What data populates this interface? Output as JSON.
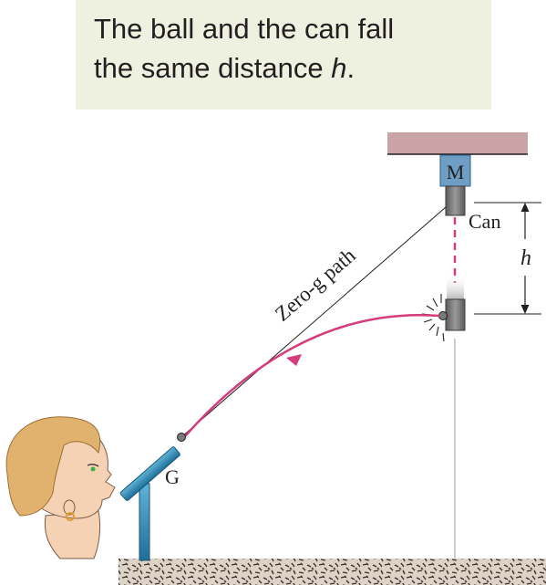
{
  "caption": {
    "line1": "The ball and the can fall",
    "line2_prefix": "the same distance ",
    "line2_var": "h",
    "line2_suffix": "."
  },
  "labels": {
    "magnet": "M",
    "can": "Can",
    "height_var": "h",
    "path": "Zero-g path",
    "gun": "G"
  },
  "colors": {
    "caption_bg": "#eef0e0",
    "ceiling": "#c9a3a6",
    "magnet": "#6e9ec4",
    "can": "#808080",
    "trajectory": "#d63b7e",
    "tube": "#3a8fb7",
    "skin": "#f6d2b4",
    "hair": "#e0b26e"
  }
}
